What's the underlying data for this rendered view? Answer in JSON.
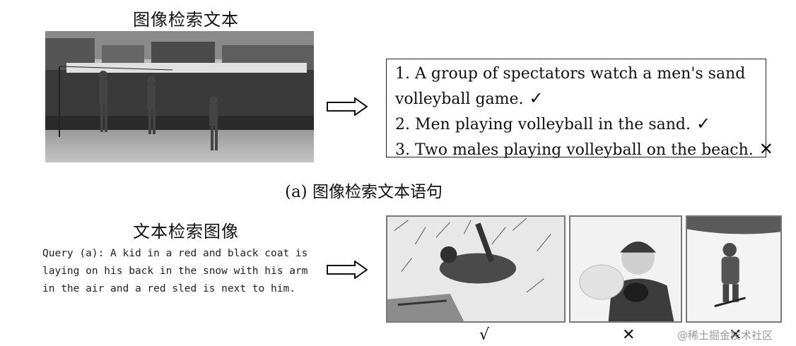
{
  "section_a": {
    "title": "图像检索文本",
    "results": [
      {
        "text": "1. A group of spectators watch a men's sand",
        "mark": ""
      },
      {
        "text": "volleyball game.",
        "mark": "✓"
      },
      {
        "text": "2. Men playing volleyball in the sand.",
        "mark": "✓"
      },
      {
        "text": "3. Two males playing volleyball on the beach.",
        "mark": "✕"
      }
    ],
    "caption": "(a) 图像检索文本语句"
  },
  "section_b": {
    "title": "文本检索图像",
    "query": "Query (a): A kid in a red and black coat is laying on his back in the snow with his arm in the air and a red sled is next to him.",
    "image_marks": [
      "√",
      "✕",
      "✕"
    ]
  },
  "watermark": "@稀土掘金技术社区"
}
